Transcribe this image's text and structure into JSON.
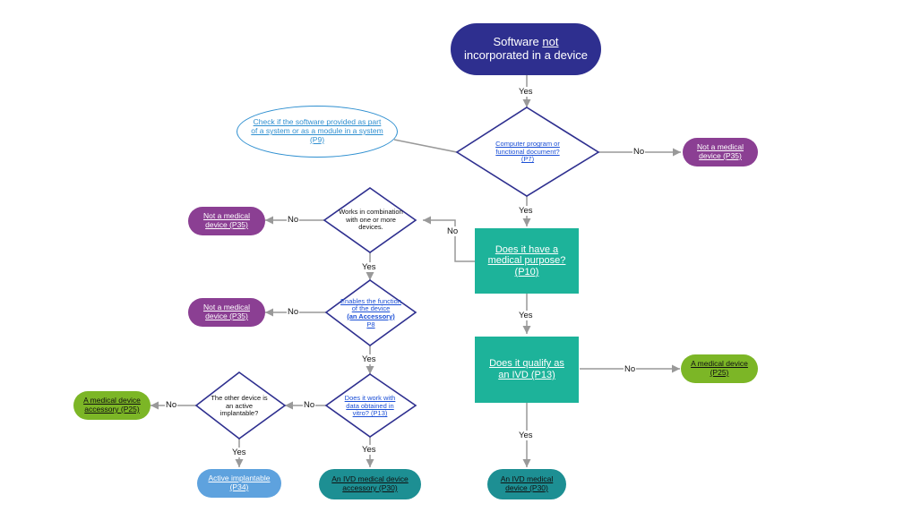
{
  "nodes": {
    "start_line1": "Software",
    "start_not": "not",
    "start_line2": "incorporated in a device",
    "q_computer_program": "Computer program or functional document? (P7)",
    "note_check_system": "Check if the software provided as part of a system or as a module in a system (P9)",
    "q_medical_purpose": "Does it have a medical purpose? (P10)",
    "q_qualify_ivd": "Does it qualify as an IVD (P13)",
    "q_works_combination": "Works in combination with one or more devices.",
    "q_enables_function": "Enables the function of the device",
    "q_enables_accessory": "(an Accessory)",
    "q_enables_ref": "P8",
    "q_data_in_vitro": "Does it work with data obtained in vitro? (P13)",
    "q_active_implantable": "The other device is an active implantable?",
    "out_not_medical_1": "Not a medical device (P35)",
    "out_not_medical_2": "Not a medical device (P35)",
    "out_not_medical_3": "Not a medical device (P35)",
    "out_medical_device": "A medical device (P25)",
    "out_ivd_device": "An IVD medical device (P30)",
    "out_device_accessory": "A medical device accessory (P25)",
    "out_active_implantable": "Active implantable (P34)",
    "out_ivd_accessory": "An IVD medical device accessory (P30)"
  },
  "labels": {
    "yes": "Yes",
    "no": "No"
  },
  "colors": {
    "start": "#2e2f8f",
    "not_medical": "#8b3f93",
    "medical": "#7cb626",
    "ivd": "#1d8f93",
    "implantable": "#5ea2de",
    "question_box": "#1db39a",
    "diamond_border": "#2e2f8f",
    "note_border": "#2e8fd0",
    "connector": "#999999"
  }
}
